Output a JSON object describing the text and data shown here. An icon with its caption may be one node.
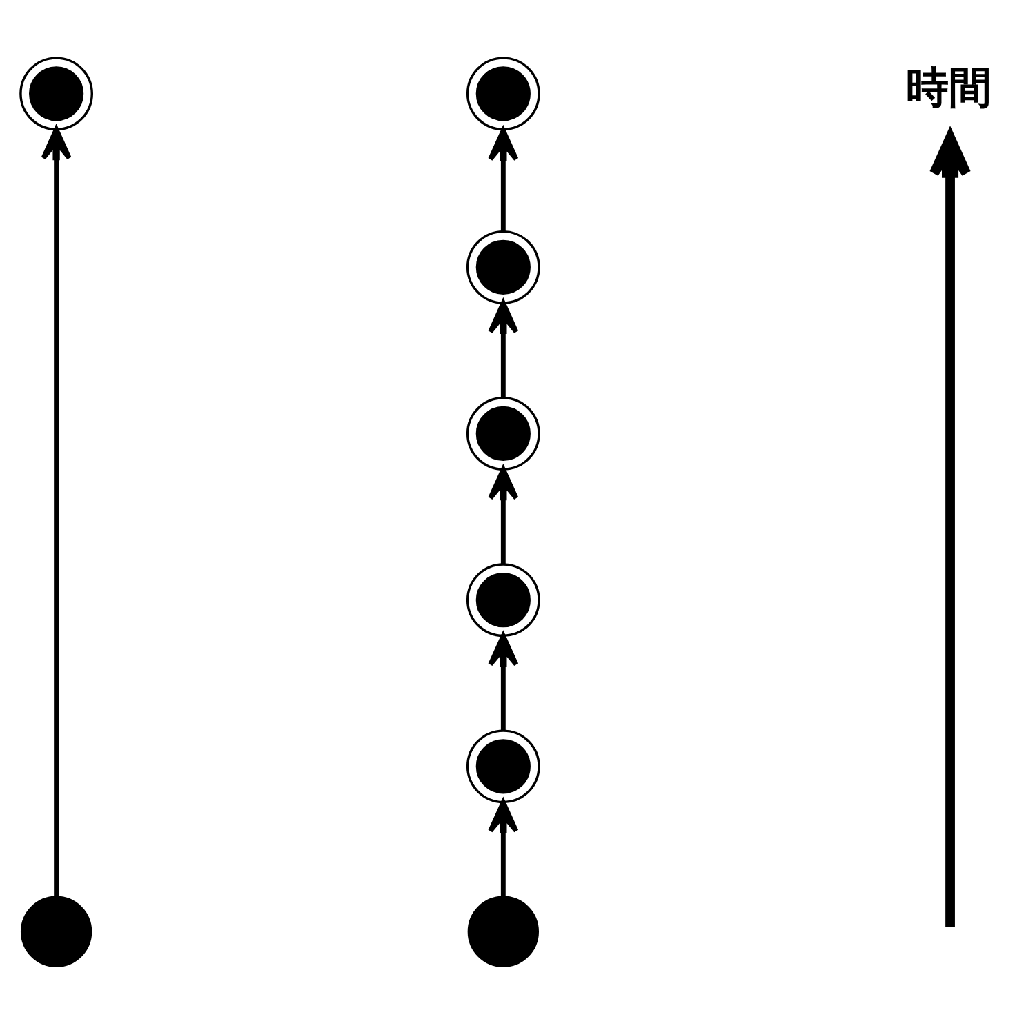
{
  "diagram": {
    "nodes": [
      {
        "text": [],
        "shape": "bullseye"
      },
      {
        "text": [],
        "shape": "circle"
      },
      {
        "text": [],
        "shape": "bullseye"
      },
      {
        "text": [],
        "shape": "bullseye"
      },
      {
        "text": [],
        "shape": "bullseye"
      },
      {
        "text": [],
        "shape": "bullseye"
      },
      {
        "text": [],
        "shape": "bullseye"
      },
      {
        "text": [],
        "shape": "circle"
      }
    ],
    "edges": [
      {
        "from": 1,
        "to": 0,
        "arrow": "to"
      },
      {
        "from": 7,
        "to": 6,
        "arrow": "to"
      },
      {
        "from": 6,
        "to": 5,
        "arrow": "to"
      },
      {
        "from": 5,
        "to": 4,
        "arrow": "to"
      },
      {
        "from": 4,
        "to": 3,
        "arrow": "to"
      },
      {
        "from": 3,
        "to": 2,
        "arrow": "to"
      }
    ],
    "labels": [
      "時間"
    ]
  }
}
